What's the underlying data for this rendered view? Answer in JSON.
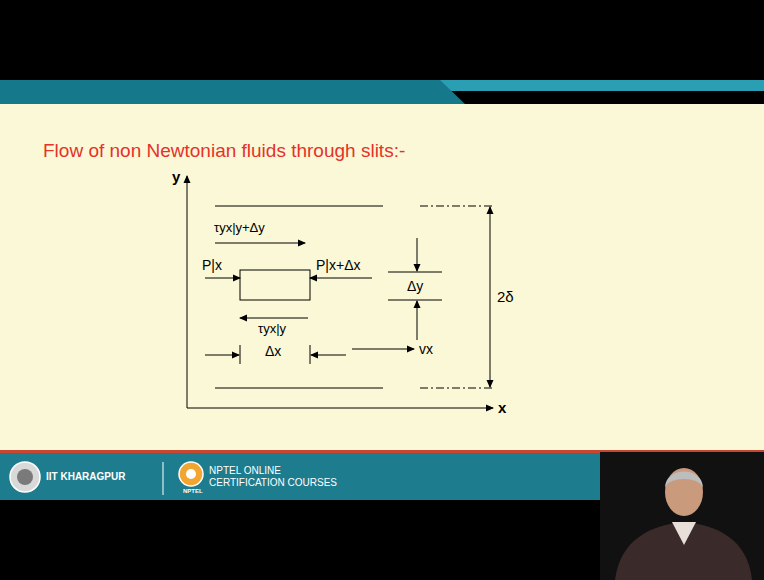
{
  "diagram": {
    "title": "Flow of non Newtonian fluids through slits:-",
    "labels": [
      "y",
      "τyx|y+Δy",
      "P|x",
      "P|x+Δx",
      "Δy",
      "2δ",
      "τyx|y",
      "Δx",
      "vx",
      "x",
      "IIT KHARAGPUR",
      "NPTEL ONLINE",
      "CERTIFICATION COURSES",
      "NPTEL"
    ]
  }
}
